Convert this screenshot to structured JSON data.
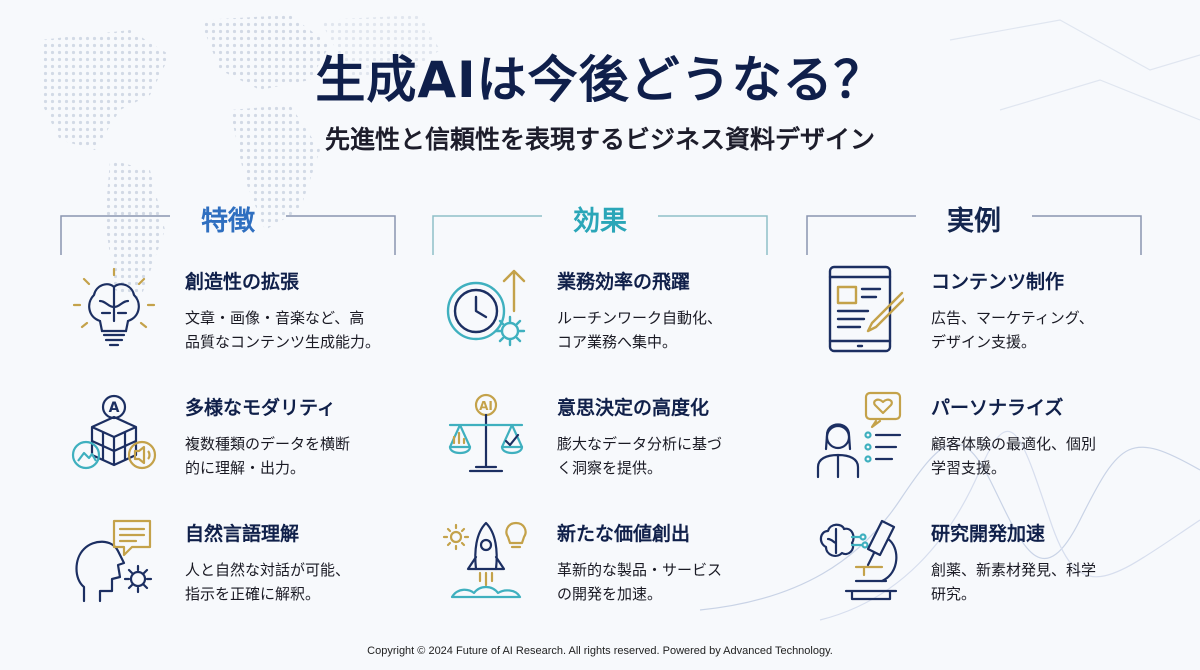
{
  "title": "生成AIは今後どうなる？",
  "subtitle": "先進性と信頼性を表現するビジネス資料デザイン",
  "colors": {
    "navy": "#14264e",
    "blue": "#2f6fc0",
    "teal": "#3fb0bf",
    "gold": "#c4a24a"
  },
  "columns": [
    {
      "title": "特徴",
      "items": [
        {
          "icon": "brain-lightbulb-icon",
          "title": "創造性の拡張",
          "line1": "文章・画像・音楽など、高",
          "line2": "品質なコンテンツ生成能力。"
        },
        {
          "icon": "multimodal-cube-icon",
          "title": "多様なモダリティ",
          "line1": "複数種類のデータを横断",
          "line2": "的に理解・出力。"
        },
        {
          "icon": "head-chat-gear-icon",
          "title": "自然言語理解",
          "line1": "人と自然な対話が可能、",
          "line2": "指示を正確に解釈。"
        }
      ]
    },
    {
      "title": "効果",
      "items": [
        {
          "icon": "clock-gear-arrow-icon",
          "title": "業務効率の飛躍",
          "line1": "ルーチンワーク自動化、",
          "line2": "コア業務へ集中。"
        },
        {
          "icon": "ai-scale-icon",
          "title": "意思決定の高度化",
          "line1": "膨大なデータ分析に基づ",
          "line2": "く洞察を提供。"
        },
        {
          "icon": "rocket-idea-icon",
          "title": "新たな価値創出",
          "line1": "革新的な製品・サービス",
          "line2": "の開発を加速。"
        }
      ]
    },
    {
      "title": "実例",
      "items": [
        {
          "icon": "tablet-brush-icon",
          "title": "コンテンツ制作",
          "line1": "広告、マーケティング、",
          "line2": "デザイン支援。"
        },
        {
          "icon": "person-heart-icon",
          "title": "パーソナライズ",
          "line1": "顧客体験の最適化、個別",
          "line2": "学習支援。"
        },
        {
          "icon": "brain-microscope-icon",
          "title": "研究開発加速",
          "line1": "創薬、新素材発見、科学",
          "line2": "研究。"
        }
      ]
    }
  ],
  "footer": "Copyright © 2024 Future of AI Research. All rights reserved. Powered by Advanced Technology."
}
